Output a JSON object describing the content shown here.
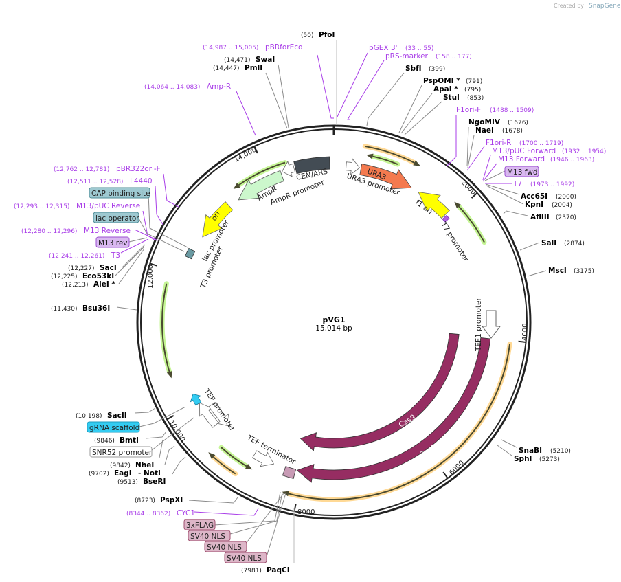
{
  "header": {
    "created_by": "Created by",
    "brand": "SnapGene"
  },
  "plasmid": {
    "name": "pVG1",
    "length": "15,014 bp"
  },
  "ticks": [
    {
      "bp": 2000,
      "label": "2000"
    },
    {
      "bp": 4000,
      "label": "4000"
    },
    {
      "bp": 6000,
      "label": "6000"
    },
    {
      "bp": 8000,
      "label": "8000"
    },
    {
      "bp": 10000,
      "label": "10,000"
    },
    {
      "bp": 12000,
      "label": "12,000"
    },
    {
      "bp": 14000,
      "label": "14,000"
    }
  ],
  "sites": [
    {
      "name": "PfoI",
      "pos": "(50)"
    },
    {
      "name": "SwaI",
      "pos": "(14,471)"
    },
    {
      "name": "PmlI",
      "pos": "(14,447)"
    },
    {
      "name": "SbfI",
      "pos": "(399)"
    },
    {
      "name": "PspOMI *",
      "pos": "(791)"
    },
    {
      "name": "ApaI *",
      "pos": "(795)"
    },
    {
      "name": "StuI",
      "pos": "(853)"
    },
    {
      "name": "NgoMIV",
      "pos": "(1676)"
    },
    {
      "name": "NaeI",
      "pos": "(1678)"
    },
    {
      "name": "Acc65I",
      "pos": "(2000)"
    },
    {
      "name": "KpnI",
      "pos": "(2004)"
    },
    {
      "name": "AflIII",
      "pos": "(2370)"
    },
    {
      "name": "SalI",
      "pos": "(2874)"
    },
    {
      "name": "MscI",
      "pos": "(3175)"
    },
    {
      "name": "SnaBI",
      "pos": "(5210)"
    },
    {
      "name": "SphI",
      "pos": "(5273)"
    },
    {
      "name": "PaqCI",
      "pos": "(7981)"
    },
    {
      "name": "PspXI",
      "pos": "(8723)"
    },
    {
      "name": "BseRI",
      "pos": "(9513)"
    },
    {
      "name": "EagI",
      "pos": "(9702)",
      "also": "- NotI"
    },
    {
      "name": "NheI",
      "pos": "(9842)"
    },
    {
      "name": "BmtI",
      "pos": "(9846)"
    },
    {
      "name": "SacII",
      "pos": "(10,198)"
    },
    {
      "name": "Bsu36I",
      "pos": "(11,430)"
    },
    {
      "name": "AleI *",
      "pos": "(12,213)"
    },
    {
      "name": "Eco53kI",
      "pos": "(12,225)"
    },
    {
      "name": "SacI",
      "pos": "(12,227)"
    }
  ],
  "primers": [
    {
      "name": "pBRforEco",
      "range": "(14,987 .. 15,005)"
    },
    {
      "name": "Amp-R",
      "range": "(14,064 .. 14,083)"
    },
    {
      "name": "pGEX 3'",
      "range": "(33 .. 55)"
    },
    {
      "name": "pRS-marker",
      "range": "(158 .. 177)"
    },
    {
      "name": "F1ori-F",
      "range": "(1488 .. 1509)"
    },
    {
      "name": "F1ori-R",
      "range": "(1700 .. 1719)"
    },
    {
      "name": "M13/pUC Forward",
      "range": "(1932 .. 1954)"
    },
    {
      "name": "M13 Forward",
      "range": "(1946 .. 1963)"
    },
    {
      "name": "T7",
      "range": "(1973 .. 1992)"
    },
    {
      "name": "CYC1",
      "range": "(8344 .. 8362)"
    },
    {
      "name": "T3",
      "range": "(12,241 .. 12,261)"
    },
    {
      "name": "M13 Reverse",
      "range": "(12,280 .. 12,296)"
    },
    {
      "name": "M13/pUC Reverse",
      "range": "(12,293 .. 12,315)"
    },
    {
      "name": "L4440",
      "range": "(12,511 .. 12,528)"
    },
    {
      "name": "pBR322ori-F",
      "range": "(12,762 .. 12,781)"
    }
  ],
  "boxed": [
    {
      "name": "M13 fwd",
      "color": "#d9b8f0"
    },
    {
      "name": "M13 rev",
      "color": "#d9b8f0"
    },
    {
      "name": "lac operator",
      "color": "#9ec9d1"
    },
    {
      "name": "CAP binding site",
      "color": "#9ec9d1"
    },
    {
      "name": "gRNA scaffold",
      "color": "#33ccf2"
    },
    {
      "name": "SNR52 promoter",
      "color": "#ffffff"
    },
    {
      "name": "3xFLAG",
      "color": "#ddb6c8"
    },
    {
      "name": "SV40 NLS",
      "color": "#ddb6c8"
    },
    {
      "name": "SV40 NLS",
      "color": "#ddb6c8"
    },
    {
      "name": "SV40 NLS",
      "color": "#ddb6c8"
    }
  ],
  "features": {
    "cen_ars": "CEN/ARS",
    "ampr": "AmpR",
    "ampr_promoter": "AmpR promoter",
    "ura3": "URA3",
    "ura3_promoter": "URA3 promoter",
    "f1_ori": "f1 ori",
    "t7_promoter": "T7 promoter",
    "ori": "ori",
    "lac_promoter": "lac promoter",
    "t3_promoter": "T3 promoter",
    "tef1_promoter": "TEF1 promoter",
    "cas9_a": "Cas9",
    "cas9_b": "Cas9",
    "tef_promoter": "TEF promoter",
    "tef_terminator": "TEF terminator"
  },
  "colors": {
    "primer": "#a93ee8",
    "cas9": "#962d62",
    "ura3": "#f47a4f",
    "ori": "#ffff00",
    "ampr": "#ccf7cc",
    "cen_ars": "#434c54"
  }
}
